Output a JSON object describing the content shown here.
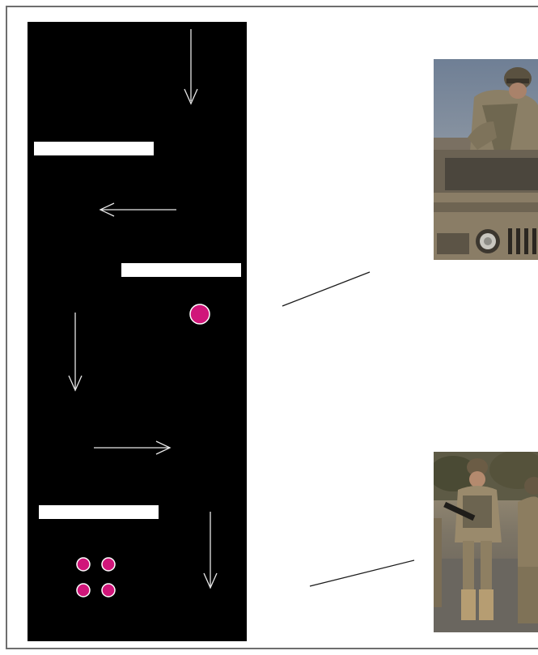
{
  "colors": {
    "page_background": "#ffffff",
    "frame_border": "#6e6e6e",
    "panel_background": "#000000",
    "bar_fill": "#ffffff",
    "arrow_stroke": "#e8e8e8",
    "dot_fill": "#d0167a",
    "dot_outline": "#ffffff",
    "connector_line": "#1a1a1a"
  },
  "diagram": {
    "arrows": [
      {
        "direction": "down",
        "icon": "arrow-down-icon"
      },
      {
        "direction": "left",
        "icon": "arrow-left-icon"
      },
      {
        "direction": "down",
        "icon": "arrow-down-icon"
      },
      {
        "direction": "right",
        "icon": "arrow-right-icon"
      },
      {
        "direction": "down",
        "icon": "arrow-down-icon"
      }
    ],
    "bars": 3,
    "dot_groups": [
      {
        "count": 1
      },
      {
        "count": 4
      }
    ],
    "connectors": 2,
    "photos": [
      {
        "subject": "soldier-in-vehicle-photo"
      },
      {
        "subject": "soldiers-on-street-photo"
      }
    ]
  }
}
